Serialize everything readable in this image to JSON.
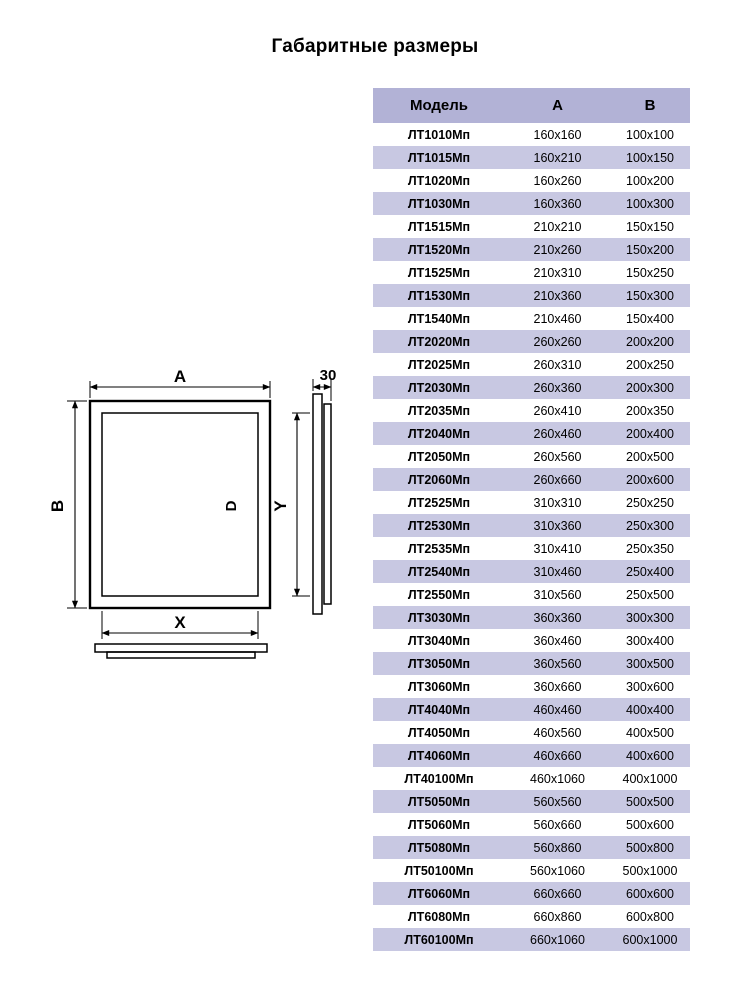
{
  "page": {
    "title": "Габаритные размеры"
  },
  "diagram": {
    "labels": {
      "dim_a": "A",
      "dim_b": "B",
      "dim_x": "X",
      "dim_y": "Y",
      "depth": "30",
      "handle": "D"
    }
  },
  "table": {
    "headers": [
      "Модель",
      "А",
      "В"
    ],
    "rows": [
      {
        "model": "ЛТ1010Мп",
        "a": "160x160",
        "b": "100x100"
      },
      {
        "model": "ЛТ1015Мп",
        "a": "160x210",
        "b": "100x150"
      },
      {
        "model": "ЛТ1020Мп",
        "a": "160x260",
        "b": "100x200"
      },
      {
        "model": "ЛТ1030Мп",
        "a": "160x360",
        "b": "100x300"
      },
      {
        "model": "ЛТ1515Мп",
        "a": "210x210",
        "b": "150x150"
      },
      {
        "model": "ЛТ1520Мп",
        "a": "210x260",
        "b": "150x200"
      },
      {
        "model": "ЛТ1525Мп",
        "a": "210x310",
        "b": "150x250"
      },
      {
        "model": "ЛТ1530Мп",
        "a": "210x360",
        "b": "150x300"
      },
      {
        "model": "ЛТ1540Мп",
        "a": "210x460",
        "b": "150x400"
      },
      {
        "model": "ЛТ2020Мп",
        "a": "260x260",
        "b": "200x200"
      },
      {
        "model": "ЛТ2025Мп",
        "a": "260x310",
        "b": "200x250"
      },
      {
        "model": "ЛТ2030Мп",
        "a": "260x360",
        "b": "200x300"
      },
      {
        "model": "ЛТ2035Мп",
        "a": "260x410",
        "b": "200x350"
      },
      {
        "model": "ЛТ2040Мп",
        "a": "260x460",
        "b": "200x400"
      },
      {
        "model": "ЛТ2050Мп",
        "a": "260x560",
        "b": "200x500"
      },
      {
        "model": "ЛТ2060Мп",
        "a": "260x660",
        "b": "200x600"
      },
      {
        "model": "ЛТ2525Мп",
        "a": "310x310",
        "b": "250x250"
      },
      {
        "model": "ЛТ2530Мп",
        "a": "310x360",
        "b": "250x300"
      },
      {
        "model": "ЛТ2535Мп",
        "a": "310x410",
        "b": "250x350"
      },
      {
        "model": "ЛТ2540Мп",
        "a": "310x460",
        "b": "250x400"
      },
      {
        "model": "ЛТ2550Мп",
        "a": "310x560",
        "b": "250x500"
      },
      {
        "model": "ЛТ3030Мп",
        "a": "360x360",
        "b": "300x300"
      },
      {
        "model": "ЛТ3040Мп",
        "a": "360x460",
        "b": "300x400"
      },
      {
        "model": "ЛТ3050Мп",
        "a": "360x560",
        "b": "300x500"
      },
      {
        "model": "ЛТ3060Мп",
        "a": "360x660",
        "b": "300x600"
      },
      {
        "model": "ЛТ4040Мп",
        "a": "460x460",
        "b": "400x400"
      },
      {
        "model": "ЛТ4050Мп",
        "a": "460x560",
        "b": "400x500"
      },
      {
        "model": "ЛТ4060Мп",
        "a": "460x660",
        "b": "400x600"
      },
      {
        "model": "ЛТ40100Мп",
        "a": "460x1060",
        "b": "400x1000"
      },
      {
        "model": "ЛТ5050Мп",
        "a": "560x560",
        "b": "500x500"
      },
      {
        "model": "ЛТ5060Мп",
        "a": "560x660",
        "b": "500x600"
      },
      {
        "model": "ЛТ5080Мп",
        "a": "560x860",
        "b": "500x800"
      },
      {
        "model": "ЛТ50100Мп",
        "a": "560x1060",
        "b": "500x1000"
      },
      {
        "model": "ЛТ6060Мп",
        "a": "660x660",
        "b": "600x600"
      },
      {
        "model": "ЛТ6080Мп",
        "a": "660x860",
        "b": "600x800"
      },
      {
        "model": "ЛТ60100Мп",
        "a": "660x1060",
        "b": "600x1000"
      }
    ]
  }
}
